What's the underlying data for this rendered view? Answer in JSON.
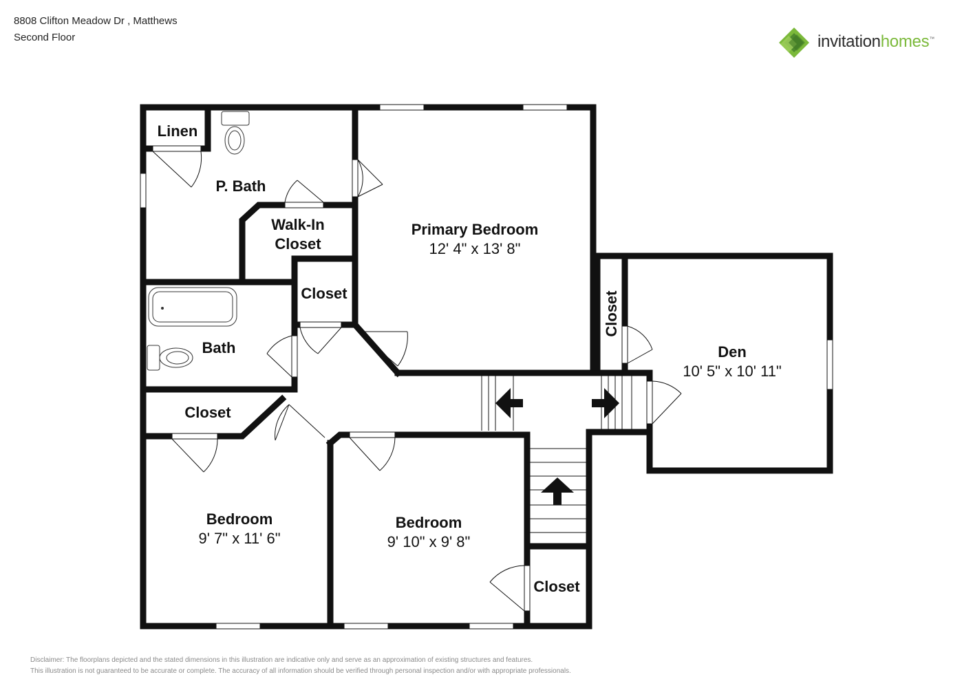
{
  "header": {
    "address": "8808 Clifton Meadow Dr , Matthews",
    "floor": "Second Floor"
  },
  "logo": {
    "word1": "invitation",
    "word2": "homes",
    "mark": "™",
    "colors": {
      "dark": "#2b2b2b",
      "green": "#7bb93a",
      "green_dark": "#4f8a2e"
    }
  },
  "rooms": {
    "linen": {
      "name": "Linen"
    },
    "p_bath": {
      "name": "P. Bath"
    },
    "walk_in": {
      "line1": "Walk-In",
      "line2": "Closet"
    },
    "closet_center": {
      "name": "Closet"
    },
    "primary": {
      "name": "Primary Bedroom",
      "dims": "12' 4\" x 13' 8\""
    },
    "closet_den": {
      "name": "Closet"
    },
    "den": {
      "name": "Den",
      "dims": "10' 5\" x 10' 11\""
    },
    "bath": {
      "name": "Bath"
    },
    "closet_hall": {
      "name": "Closet"
    },
    "bedroom_left": {
      "name": "Bedroom",
      "dims": "9' 7\" x 11' 6\""
    },
    "bedroom_mid": {
      "name": "Bedroom",
      "dims": "9' 10\" x 9' 8\""
    },
    "closet_stair": {
      "name": "Closet"
    }
  },
  "disclaimer": {
    "line1": "Disclaimer: The floorplans depicted and the stated dimensions in this illustration are indicative only and serve as an approximation of existing structures and features.",
    "line2": "This illustration is not guaranteed to be accurate or complete. The accuracy of all information should be verified through personal inspection and/or with appropriate professionals."
  },
  "colors": {
    "wall": "#111111",
    "background": "#ffffff",
    "fixture_stroke": "#333333"
  }
}
